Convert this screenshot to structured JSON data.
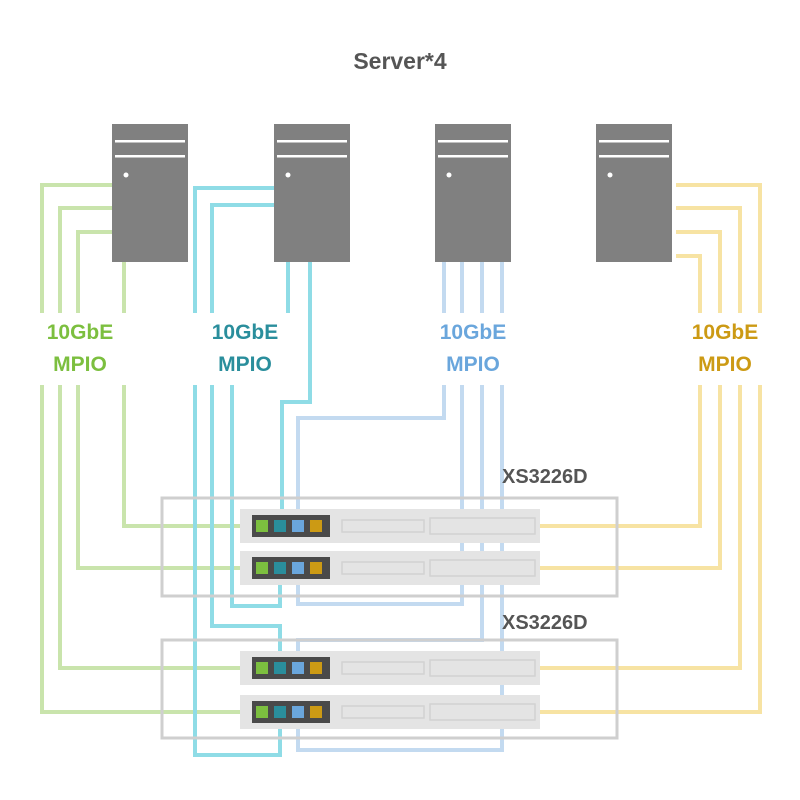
{
  "title": "Server*4",
  "server_count": 4,
  "link_groups": [
    {
      "line1": "10GbE",
      "line2": "MPIO",
      "color": "#7cbf3f",
      "cable_color": "#c9e4ac"
    },
    {
      "line1": "10GbE",
      "line2": "MPIO",
      "color": "#2a8e9c",
      "cable_color": "#8fdce6"
    },
    {
      "line1": "10GbE",
      "line2": "MPIO",
      "color": "#6aa6dc",
      "cable_color": "#c3daf0"
    },
    {
      "line1": "10GbE",
      "line2": "MPIO",
      "color": "#cc9a14",
      "cable_color": "#f7e3a3"
    }
  ],
  "switches": [
    {
      "label": "XS3226D"
    },
    {
      "label": "XS3226D"
    }
  ],
  "colors": {
    "server_body": "#808080",
    "switch_frame": "#cfcfcf",
    "switch_unit": "#e4e4e4",
    "port_block": "#4a4a4a",
    "text": "#555555"
  }
}
